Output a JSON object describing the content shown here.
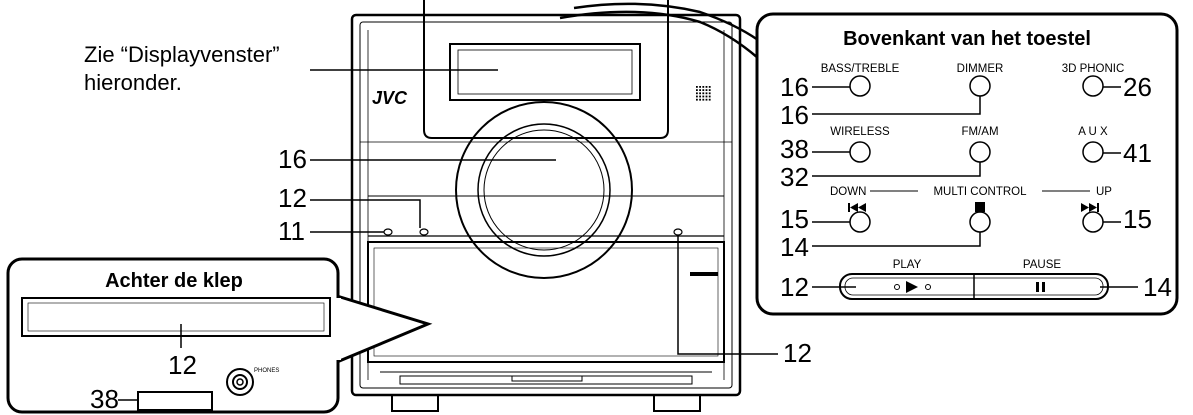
{
  "intro": {
    "line1": "Zie “Displayvenster”",
    "line2": "hieronder."
  },
  "brand": {
    "logo": "JVC"
  },
  "device": {
    "callouts": {
      "knob": "16",
      "upper_left": "12",
      "lower_left": "11",
      "cd_door": "12"
    }
  },
  "top_panel": {
    "title": "Bovenkant van het toestel",
    "row1": {
      "bass_treble_label": "BASS/TREBLE",
      "bass_treble_page": "16",
      "dimmer_label": "DIMMER",
      "dimmer_page": "16",
      "phonic_label": "3D PHONIC",
      "phonic_page": "26"
    },
    "row2": {
      "wireless_label": "WIRELESS",
      "wireless_page": "38",
      "fmam_label": "FM/AM",
      "fmam_page": "32",
      "aux_label": "A U X",
      "aux_page": "41"
    },
    "row3": {
      "down_label": "DOWN",
      "multi_label": "MULTI CONTROL",
      "up_label": "UP",
      "down_page": "15",
      "stop_page": "14",
      "up_page": "15"
    },
    "row4": {
      "play_label": "PLAY",
      "pause_label": "PAUSE",
      "play_page": "12",
      "pause_page": "14"
    }
  },
  "flap_panel": {
    "title": "Achter de klep",
    "slot_page": "12",
    "phones_label": "PHONES",
    "wireless_page": "38"
  },
  "colors": {
    "line": "#000000",
    "background": "#ffffff"
  }
}
